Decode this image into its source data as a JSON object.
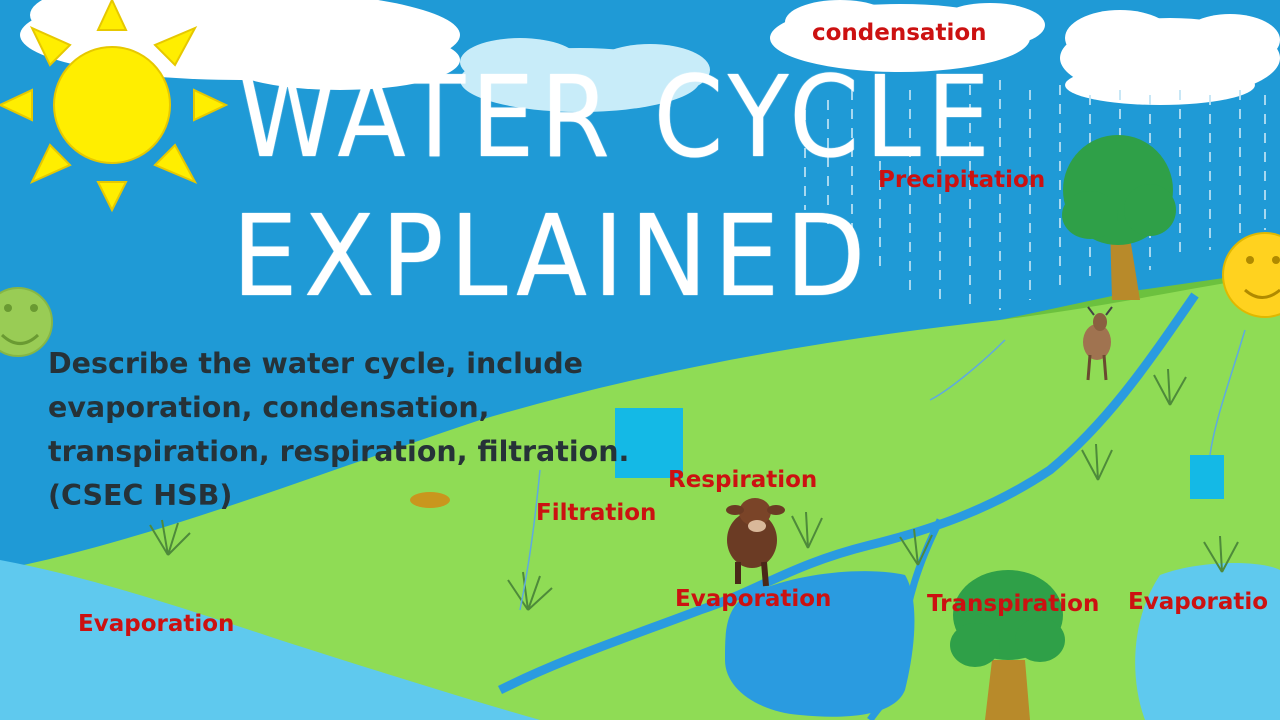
{
  "title": {
    "line1": "WATER CYCLE",
    "line2": "EXPLAINED"
  },
  "description": {
    "lines": [
      "Describe the water cycle, include",
      "evaporation, condensation,",
      "transpiration, respiration, filtration.",
      "(CSEC HSB)"
    ]
  },
  "labels": {
    "condensation": "condensation",
    "precipitation": "Precipitation",
    "respiration": "Respiration",
    "filtration": "Filtration",
    "evaporation_left": "Evaporation",
    "evaporation_center": "Evaporation",
    "transpiration": "Transpiration",
    "evaporation_right": "Evaporatio"
  },
  "colors": {
    "sky": "#1f9ad6",
    "grass": "#8fdc55",
    "river": "#2a9be0",
    "sea": "#5fc9ee",
    "sun": "#ffee00",
    "label_red": "#cc1111",
    "title_white": "#ffffff",
    "text_dark": "#263238"
  },
  "icons": [
    "sun-icon",
    "smiley-face-icon",
    "cloud-icon",
    "tree-icon",
    "goat-icon",
    "cow-icon",
    "rain-icon"
  ]
}
